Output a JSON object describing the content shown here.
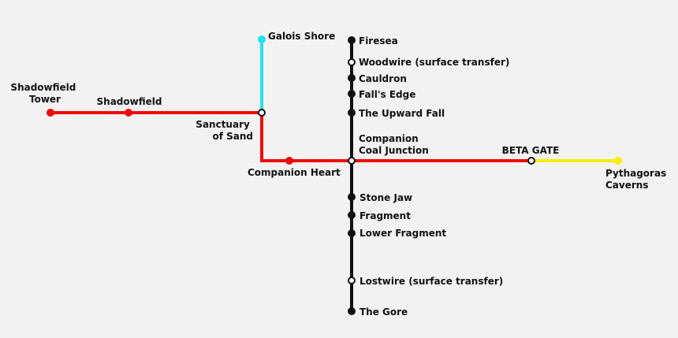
{
  "colors": {
    "background": "#f2f2f2",
    "red_line": "#ef0a0a",
    "black_line": "#111111",
    "cyan_line": "#21e3ec",
    "yellow_line": "#f6ee0a",
    "station_open_fill": "#ffffff"
  },
  "stations": {
    "shadowfield_tower": [
      "Shadowfield",
      "Tower"
    ],
    "shadowfield": "Shadowfield",
    "sanctuary_of_sand": [
      "Sanctuary",
      "of Sand"
    ],
    "galois_shore": "Galois Shore",
    "companion_heart": "Companion Heart",
    "firesea": "Firesea",
    "woodwire": "Woodwire (surface transfer)",
    "cauldron": "Cauldron",
    "falls_edge": "Fall's Edge",
    "upward_fall": "The Upward Fall",
    "companion_coal_junction": [
      "Companion",
      "Coal Junction"
    ],
    "beta_gate": "BETA GATE",
    "pythagoras_caverns": [
      "Pythagoras",
      "Caverns"
    ],
    "stone_jaw": "Stone Jaw",
    "fragment": "Fragment",
    "lower_fragment": "Lower Fragment",
    "lostwire": "Lostwire (surface transfer)",
    "the_gore": "The Gore"
  }
}
